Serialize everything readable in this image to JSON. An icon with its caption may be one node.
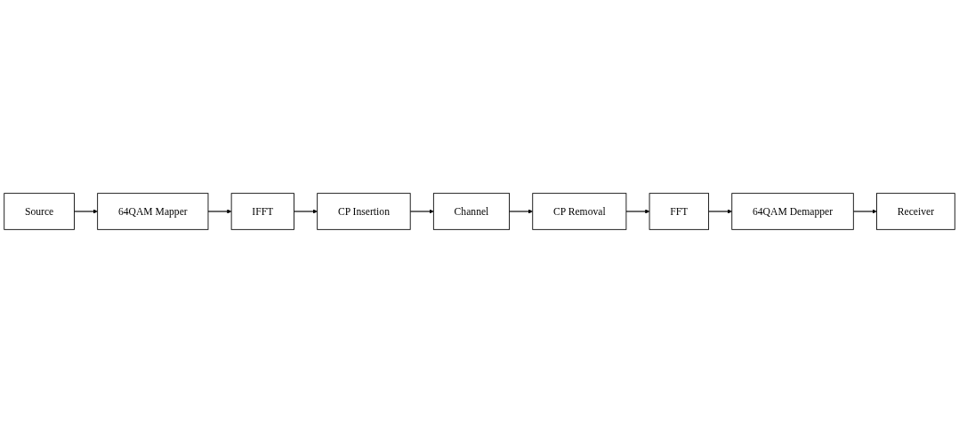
{
  "diagram": {
    "nodes": [
      {
        "text": [
          "Source"
        ]
      },
      {
        "text": [
          "64QAM Mapper"
        ]
      },
      {
        "text": [
          "IFFT"
        ]
      },
      {
        "text": [
          "CP Insertion"
        ]
      },
      {
        "text": [
          "Channel"
        ]
      },
      {
        "text": [
          "CP Removal"
        ]
      },
      {
        "text": [
          "FFT"
        ]
      },
      {
        "text": [
          "64QAM Demapper"
        ]
      },
      {
        "text": [
          "Receiver"
        ]
      }
    ],
    "edges": [
      {
        "from": 0,
        "to": 1,
        "arrow": "to"
      },
      {
        "from": 1,
        "to": 2,
        "arrow": "to"
      },
      {
        "from": 2,
        "to": 3,
        "arrow": "to"
      },
      {
        "from": 3,
        "to": 4,
        "arrow": "to"
      },
      {
        "from": 4,
        "to": 5,
        "arrow": "to"
      },
      {
        "from": 5,
        "to": 6,
        "arrow": "to"
      },
      {
        "from": 6,
        "to": 7,
        "arrow": "to"
      },
      {
        "from": 7,
        "to": 8,
        "arrow": "to"
      }
    ]
  }
}
